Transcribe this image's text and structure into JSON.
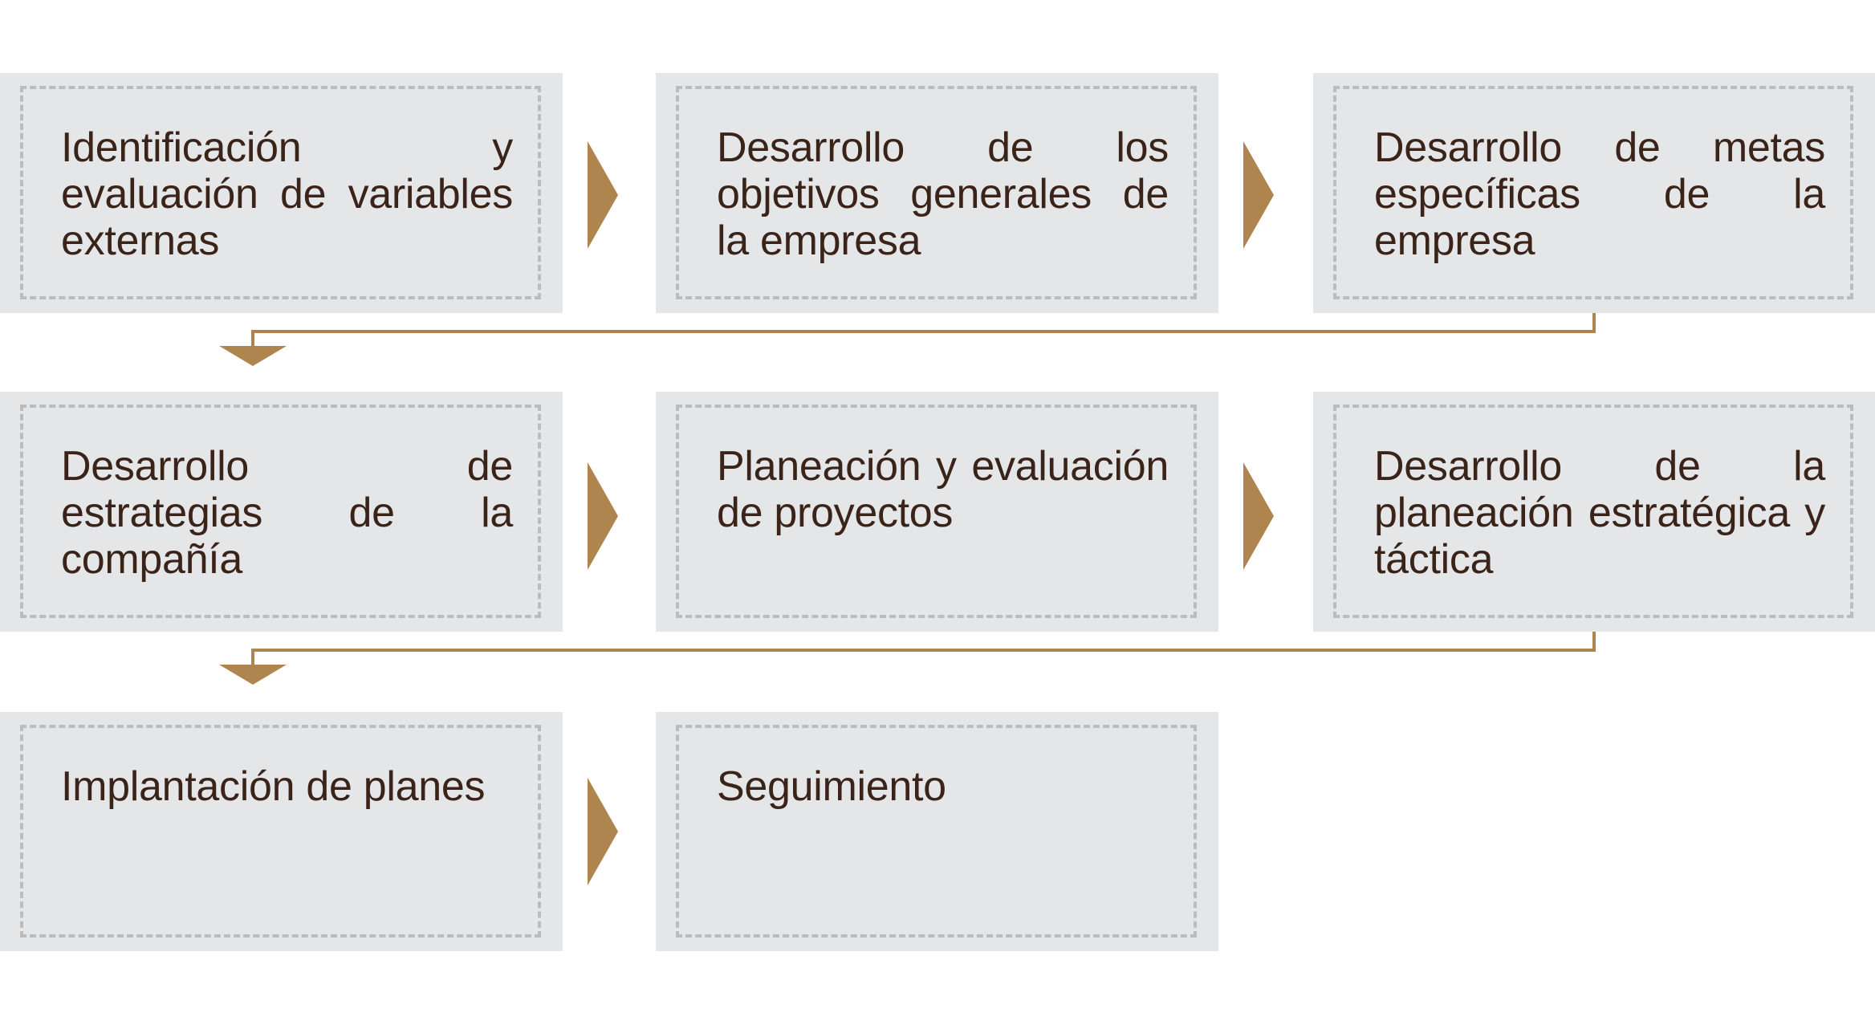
{
  "diagram": {
    "type": "process-flow",
    "colors": {
      "box_background": "#e5e6e8",
      "dashed_border": "#bcbcbc",
      "accent": "#ae854e",
      "text": "#3a2419"
    },
    "steps": [
      {
        "label": "Identificación y evaluación de variables externas"
      },
      {
        "label": "Desarrollo de los objetivos generales de la empresa"
      },
      {
        "label": "Desarrollo de metas específicas de la empresa"
      },
      {
        "label": "Desarrollo de estrategias de la compañía"
      },
      {
        "label": "Planeación y evaluación de proyectos"
      },
      {
        "label": "Desarrollo de la planeación estratégica y táctica"
      },
      {
        "label": "Implantación de planes"
      },
      {
        "label": "Seguimiento"
      }
    ]
  }
}
